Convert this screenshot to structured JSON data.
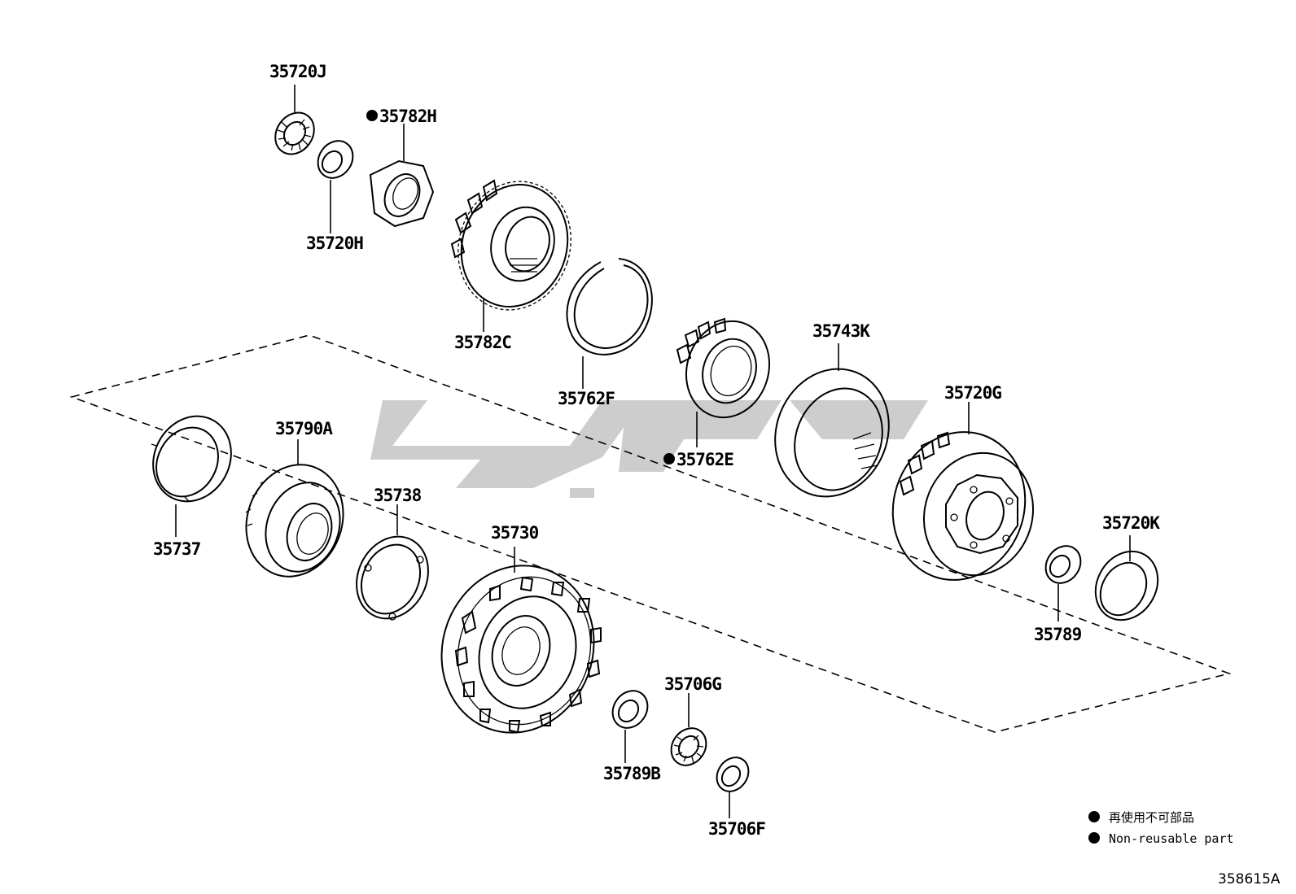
{
  "labels": {
    "p35720J": "35720J",
    "p35782H": "35782H",
    "p35720H": "35720H",
    "p35782C": "35782C",
    "p35762F": "35762F",
    "p35743K": "35743K",
    "p35762E": "35762E",
    "p35720G": "35720G",
    "p35790A": "35790A",
    "p35737": "35737",
    "p35738": "35738",
    "p35730": "35730",
    "p35720K": "35720K",
    "p35789": "35789",
    "p35706G": "35706G",
    "p35789B": "35789B",
    "p35706F": "35706F"
  },
  "legend": {
    "japanese": "再使用不可部品",
    "english": "Non-reusable part"
  },
  "reference": "358615A",
  "colors": {
    "line": "#000000",
    "watermark": "#c8c8c8",
    "background": "#ffffff"
  }
}
